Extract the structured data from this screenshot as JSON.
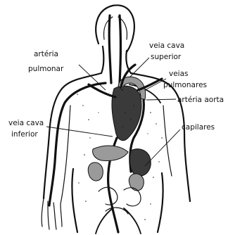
{
  "labels": {
    "arteria_pulmonar_line1": "artéria",
    "arteria_pulmonar_line2": "pulmonar",
    "veia_cava_superior_line1": "veia cava",
    "veia_cava_superior_line2": "superior",
    "veias_pulmonares_line1": "veias",
    "veias_pulmonares_line2": "pulmonares",
    "arteria_aorta": "artéria aorta",
    "veia_cava_inferior_line1": "veia cava",
    "veia_cava_inferior_line2": "inferior",
    "capilares": "capilares"
  },
  "colors": {
    "ink": "#111111",
    "background": "#ffffff"
  }
}
